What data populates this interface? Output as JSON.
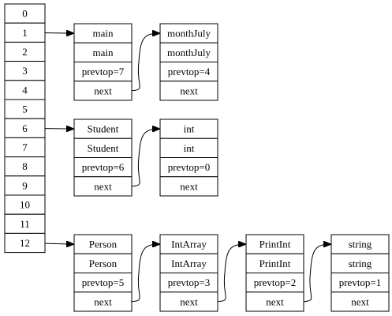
{
  "index_table": [
    "0",
    "1",
    "2",
    "3",
    "4",
    "5",
    "6",
    "7",
    "8",
    "9",
    "10",
    "11",
    "12"
  ],
  "records": [
    {
      "id": "rec-main",
      "fields": [
        "main",
        "main",
        "prevtop=7",
        "next"
      ]
    },
    {
      "id": "rec-monthjuly",
      "fields": [
        "monthJuly",
        "monthJuly",
        "prevtop=4",
        "next"
      ]
    },
    {
      "id": "rec-student",
      "fields": [
        "Student",
        "Student",
        "prevtop=6",
        "next"
      ]
    },
    {
      "id": "rec-int",
      "fields": [
        "int",
        "int",
        "prevtop=0",
        "next"
      ]
    },
    {
      "id": "rec-person",
      "fields": [
        "Person",
        "Person",
        "prevtop=5",
        "next"
      ]
    },
    {
      "id": "rec-intarray",
      "fields": [
        "IntArray",
        "IntArray",
        "prevtop=3",
        "next"
      ]
    },
    {
      "id": "rec-printint",
      "fields": [
        "PrintInt",
        "PrintInt",
        "prevtop=2",
        "next"
      ]
    },
    {
      "id": "rec-string",
      "fields": [
        "string",
        "string",
        "prevtop=1",
        "next"
      ]
    }
  ],
  "links": [
    {
      "from": "index.1",
      "to": "rec-main"
    },
    {
      "from": "index.6",
      "to": "rec-student"
    },
    {
      "from": "index.12",
      "to": "rec-person"
    },
    {
      "from": "rec-main",
      "to": "rec-monthjuly"
    },
    {
      "from": "rec-student",
      "to": "rec-int"
    },
    {
      "from": "rec-person",
      "to": "rec-intarray"
    },
    {
      "from": "rec-intarray",
      "to": "rec-printint"
    },
    {
      "from": "rec-printint",
      "to": "rec-string"
    }
  ],
  "colors": {
    "stroke": "#000000",
    "fill": "#ffffff",
    "text": "#000000"
  }
}
